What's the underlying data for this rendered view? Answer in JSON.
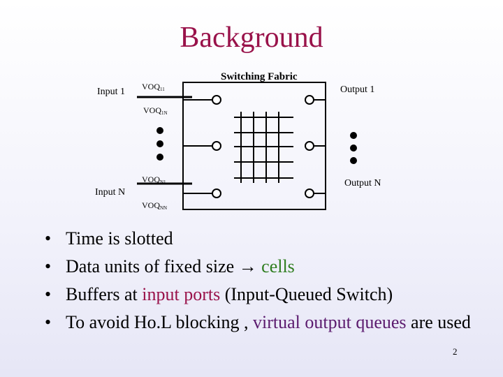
{
  "slide": {
    "title": "Background",
    "page_number": "2"
  },
  "diagram": {
    "fabric_label": "Switching Fabric",
    "input_1": "Input 1",
    "input_n": "Input N",
    "output_1": "Output 1",
    "output_n": "Output N",
    "voqs": [
      {
        "base": "VOQ",
        "sub": "11"
      },
      {
        "base": "VOQ",
        "sub": "1N"
      },
      {
        "base": "VOQ",
        "sub": "N1"
      },
      {
        "base": "VOQ",
        "sub": "NN"
      }
    ]
  },
  "bullets": [
    {
      "bullet": "•",
      "parts": [
        "Time is slotted"
      ]
    },
    {
      "bullet": "•",
      "parts": [
        "Data units of fixed size ",
        "→",
        " ",
        "cells"
      ]
    },
    {
      "bullet": "•",
      "parts": [
        "Buffers at ",
        "input ports",
        " (Input-Queued Switch)"
      ]
    },
    {
      "bullet": "•",
      "parts": [
        "To avoid Ho.L blocking , ",
        "virtual output queues",
        " are used"
      ]
    }
  ],
  "colors": {
    "title": "#99124a",
    "highlight_red": "#99124a",
    "highlight_green": "#2e7d1f",
    "highlight_purple": "#5b1a6e"
  }
}
